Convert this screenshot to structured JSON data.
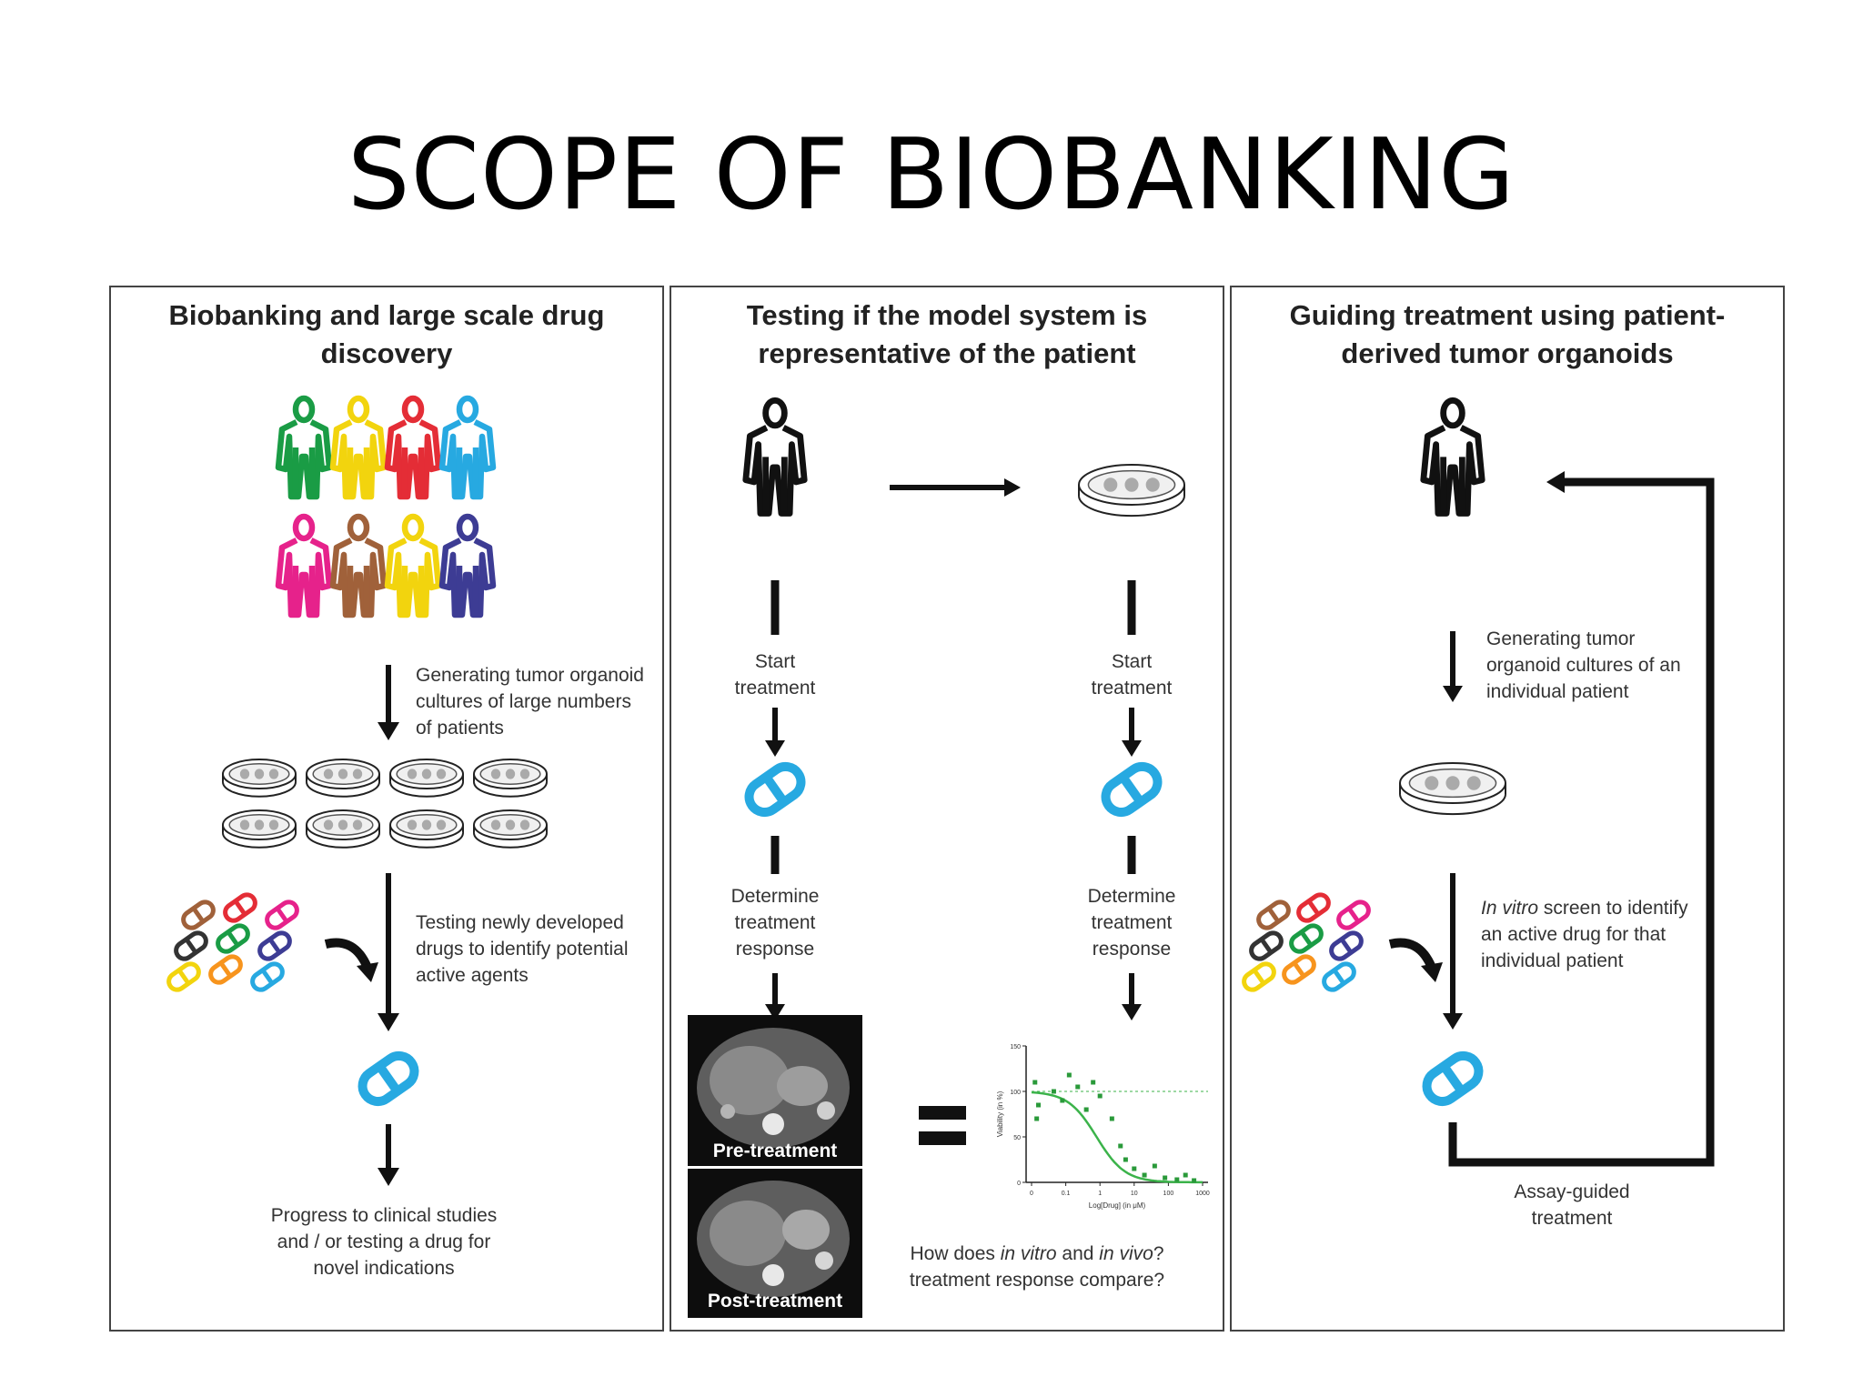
{
  "slide": {
    "title": "SCOPE OF BIOBANKING"
  },
  "panel1": {
    "title_line1": "Biobanking and large scale drug",
    "title_line2": "discovery",
    "step1": [
      "Generating tumor organoid",
      "cultures of large numbers",
      "of patients"
    ],
    "step2": [
      "Testing newly developed",
      "drugs to identify potential",
      "active agents"
    ],
    "step3": [
      "Progress to clinical studies",
      "and / or testing a drug for",
      "novel indications"
    ]
  },
  "panel2": {
    "title_line1": "Testing if the model system is",
    "title_line2": "representative of the patient",
    "start_left": [
      "Start",
      "treatment"
    ],
    "start_right": [
      "Start",
      "treatment"
    ],
    "determine_left": [
      "Determine",
      "treatment",
      "response"
    ],
    "determine_right": [
      "Determine",
      "treatment",
      "response"
    ],
    "scan_pre": "Pre-treatment",
    "scan_post": "Post-treatment",
    "question_prefix": "How does ",
    "question_in_vitro": "in vitro",
    "question_mid": " and ",
    "question_in_vivo": "in vivo",
    "question_line2": "treatment response compare?",
    "mini_chart": {
      "ylabel": "Viability (in %)",
      "xlabel": "Log[Drug] (in μM)",
      "yticks": [
        "150",
        "100",
        "50",
        "0"
      ],
      "xticks": [
        "0",
        "0.1",
        "1",
        "10",
        "100",
        "1000"
      ]
    }
  },
  "panel3": {
    "title_line1": "Guiding treatment using patient-",
    "title_line2": "derived tumor organoids",
    "step1": [
      "Generating tumor",
      "organoid cultures of an",
      "individual patient"
    ],
    "step2_italic": "In vitro",
    "step2_rest": " screen to identify",
    "step2_line2": "an active drug for that",
    "step2_line3": "individual patient",
    "assay": [
      "Assay-guided",
      "treatment"
    ]
  },
  "colors": {
    "person_colors": [
      "#1a9c45",
      "#f2d40e",
      "#e42d36",
      "#27a9e1",
      "#e6228b",
      "#a0613a",
      "#f2d40e",
      "#3d3c94"
    ],
    "pill_colors": [
      "#a0613a",
      "#e42d36",
      "#e6228b",
      "#333333",
      "#1a9c45",
      "#3d3c94",
      "#f2d40e",
      "#f7941d",
      "#27a9e1"
    ],
    "active_drug": "#27a9e1",
    "curve": "#3bb34a"
  },
  "icons": [
    "person-icon",
    "petri-dish-icon",
    "pill-icon",
    "arrow-icon",
    "curved-arrow-icon",
    "equals-icon",
    "ct-scan-image",
    "dose-response-chart"
  ]
}
